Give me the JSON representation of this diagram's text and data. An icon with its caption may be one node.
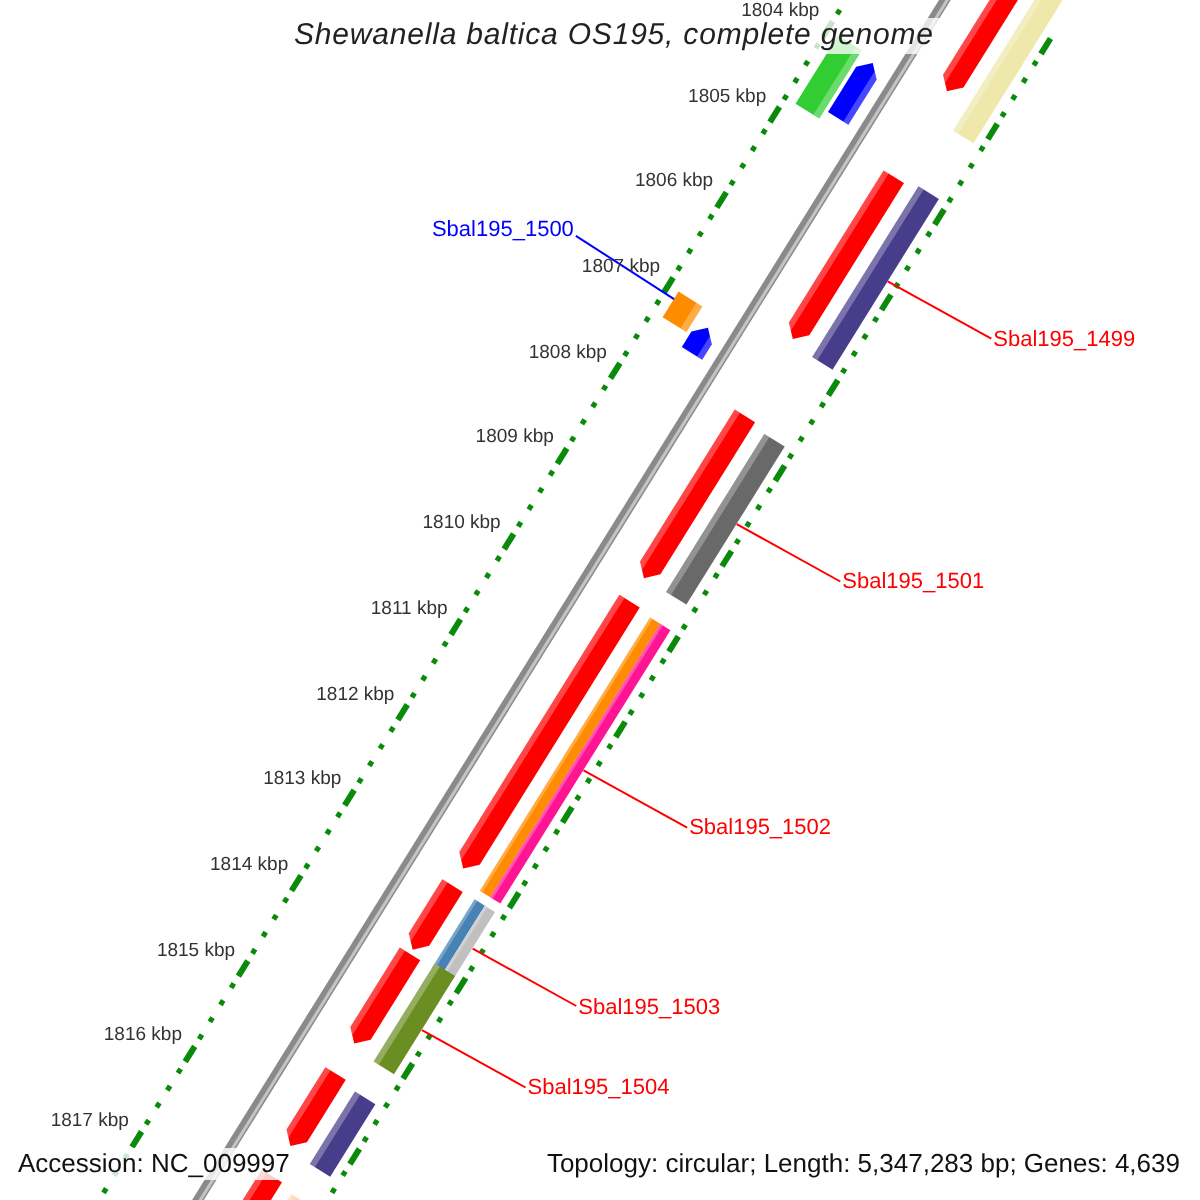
{
  "diagram": {
    "title": "Shewanella baltica OS195, complete genome",
    "nodes": [
      {
        "text": [],
        "shape": "bar"
      },
      {
        "text": [
          "Sbal195_1500"
        ]
      },
      {
        "text": [],
        "shape": "bar"
      },
      {
        "text": [
          "Sbal195_1499"
        ]
      },
      {
        "text": [],
        "shape": "bar"
      },
      {
        "text": [
          "Sbal195_1501"
        ]
      },
      {
        "text": [],
        "shape": "bar"
      },
      {
        "text": [
          "Sbal195_1502"
        ]
      },
      {
        "text": [],
        "shape": "bar"
      },
      {
        "text": [
          "Sbal195_1503"
        ]
      },
      {
        "text": [],
        "shape": "bar"
      },
      {
        "text": [
          "Sbal195_1504"
        ]
      }
    ],
    "edges": [
      {
        "from": 1,
        "to": 2,
        "arrow": "none",
        "color": "#0000ff"
      },
      {
        "from": 3,
        "to": 0,
        "arrow": "none"
      },
      {
        "from": 5,
        "to": 4,
        "arrow": "none"
      },
      {
        "from": 7,
        "to": 6,
        "arrow": "none"
      },
      {
        "from": 9,
        "to": 8,
        "arrow": "none"
      },
      {
        "from": 11,
        "to": 10,
        "arrow": "none"
      }
    ],
    "labels": [
      "1804 kbp",
      "1805 kbp",
      "1806 kbp",
      "1807 kbp",
      "1808 kbp",
      "1809 kbp",
      "1810 kbp",
      "1811 kbp",
      "1812 kbp",
      "1813 kbp",
      "1814 kbp",
      "1815 kbp",
      "1816 kbp",
      "1817 kbp",
      "Accession: NC_009997",
      "Topology: circular; Length: 5,347,283 bp; Genes: 4,639"
    ]
  }
}
